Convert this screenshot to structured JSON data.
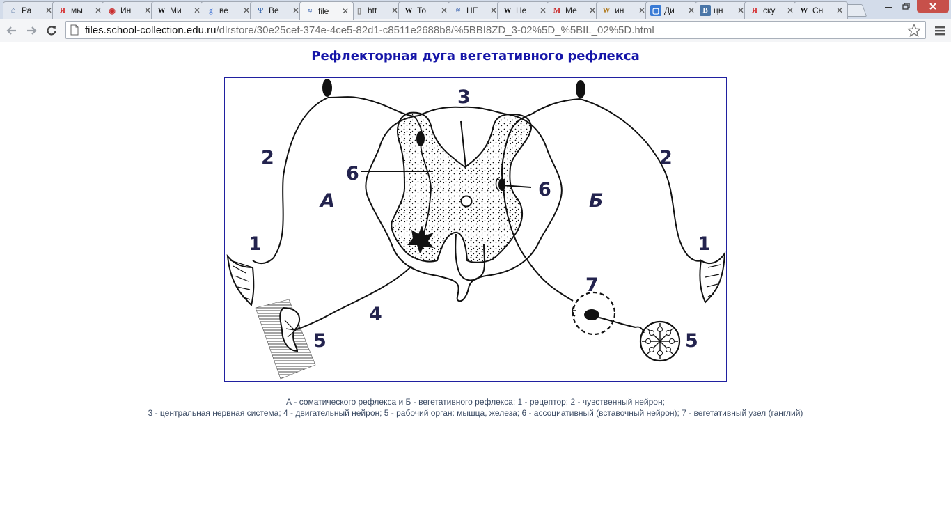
{
  "browser": {
    "tabs": [
      {
        "favicon": "home-icon",
        "title": "Ра",
        "color": "#4a6a9a"
      },
      {
        "favicon": "yandex-icon",
        "title": "мы",
        "color": "#d62b2b"
      },
      {
        "favicon": "opera-icon",
        "title": "Ин",
        "color": "#c92a2a"
      },
      {
        "favicon": "wikipedia-icon",
        "title": "Ми",
        "color": "#111111"
      },
      {
        "favicon": "google-icon",
        "title": "ве",
        "color": "#3b6fd4"
      },
      {
        "favicon": "psi-icon",
        "title": "Ве",
        "color": "#2e5fa8"
      },
      {
        "favicon": "school-collection-icon",
        "title": "file",
        "color": "#3a64b0",
        "active": true
      },
      {
        "favicon": "blank-page-icon",
        "title": "htt",
        "color": "#888888"
      },
      {
        "favicon": "wikipedia-icon",
        "title": "То",
        "color": "#111111"
      },
      {
        "favicon": "school-collection-icon",
        "title": "НЕ",
        "color": "#3a64b0"
      },
      {
        "favicon": "wikipedia-icon",
        "title": "Не",
        "color": "#111111"
      },
      {
        "favicon": "mb-icon",
        "title": "Ме",
        "color": "#c92a2a"
      },
      {
        "favicon": "wikipedia-icon",
        "title": "ин",
        "color": "#b07a1e"
      },
      {
        "favicon": "chat-icon",
        "title": "Ди",
        "color": "#3a7bd5"
      },
      {
        "favicon": "vk-icon",
        "title": "цн",
        "color": "#4a76a8"
      },
      {
        "favicon": "yandex-icon",
        "title": "ску",
        "color": "#d62b2b"
      },
      {
        "favicon": "wikipedia-icon",
        "title": "Сн",
        "color": "#111111"
      }
    ],
    "url_host": "files.school-collection.edu.ru",
    "url_path": "/dlrstore/30e25cef-374e-4ce5-82d1-c8511e2688b8/%5BBI8ZD_3-02%5D_%5BIL_02%5D.html"
  },
  "page": {
    "title": "Рефлекторная дуга вегетативного рефлекса",
    "diagram_labels": {
      "num1": "1",
      "num2": "2",
      "num3": "3",
      "num4": "4",
      "num5": "5",
      "num6": "6",
      "num7": "7",
      "arc_a": "А",
      "arc_b": "Б"
    },
    "caption": {
      "line1": "А - соматического рефлекса и Б - вегетативного рефлекса: 1 - рецептор; 2 - чувственный нейрон;",
      "line2": "3 - центральная нервная система; 4 - двигательный нейрон; 5 - рабочий орган: мышца, железа; 6 - ассоциативный (вставочный нейрон); 7 - вегетативный узел (ганглий)"
    }
  }
}
